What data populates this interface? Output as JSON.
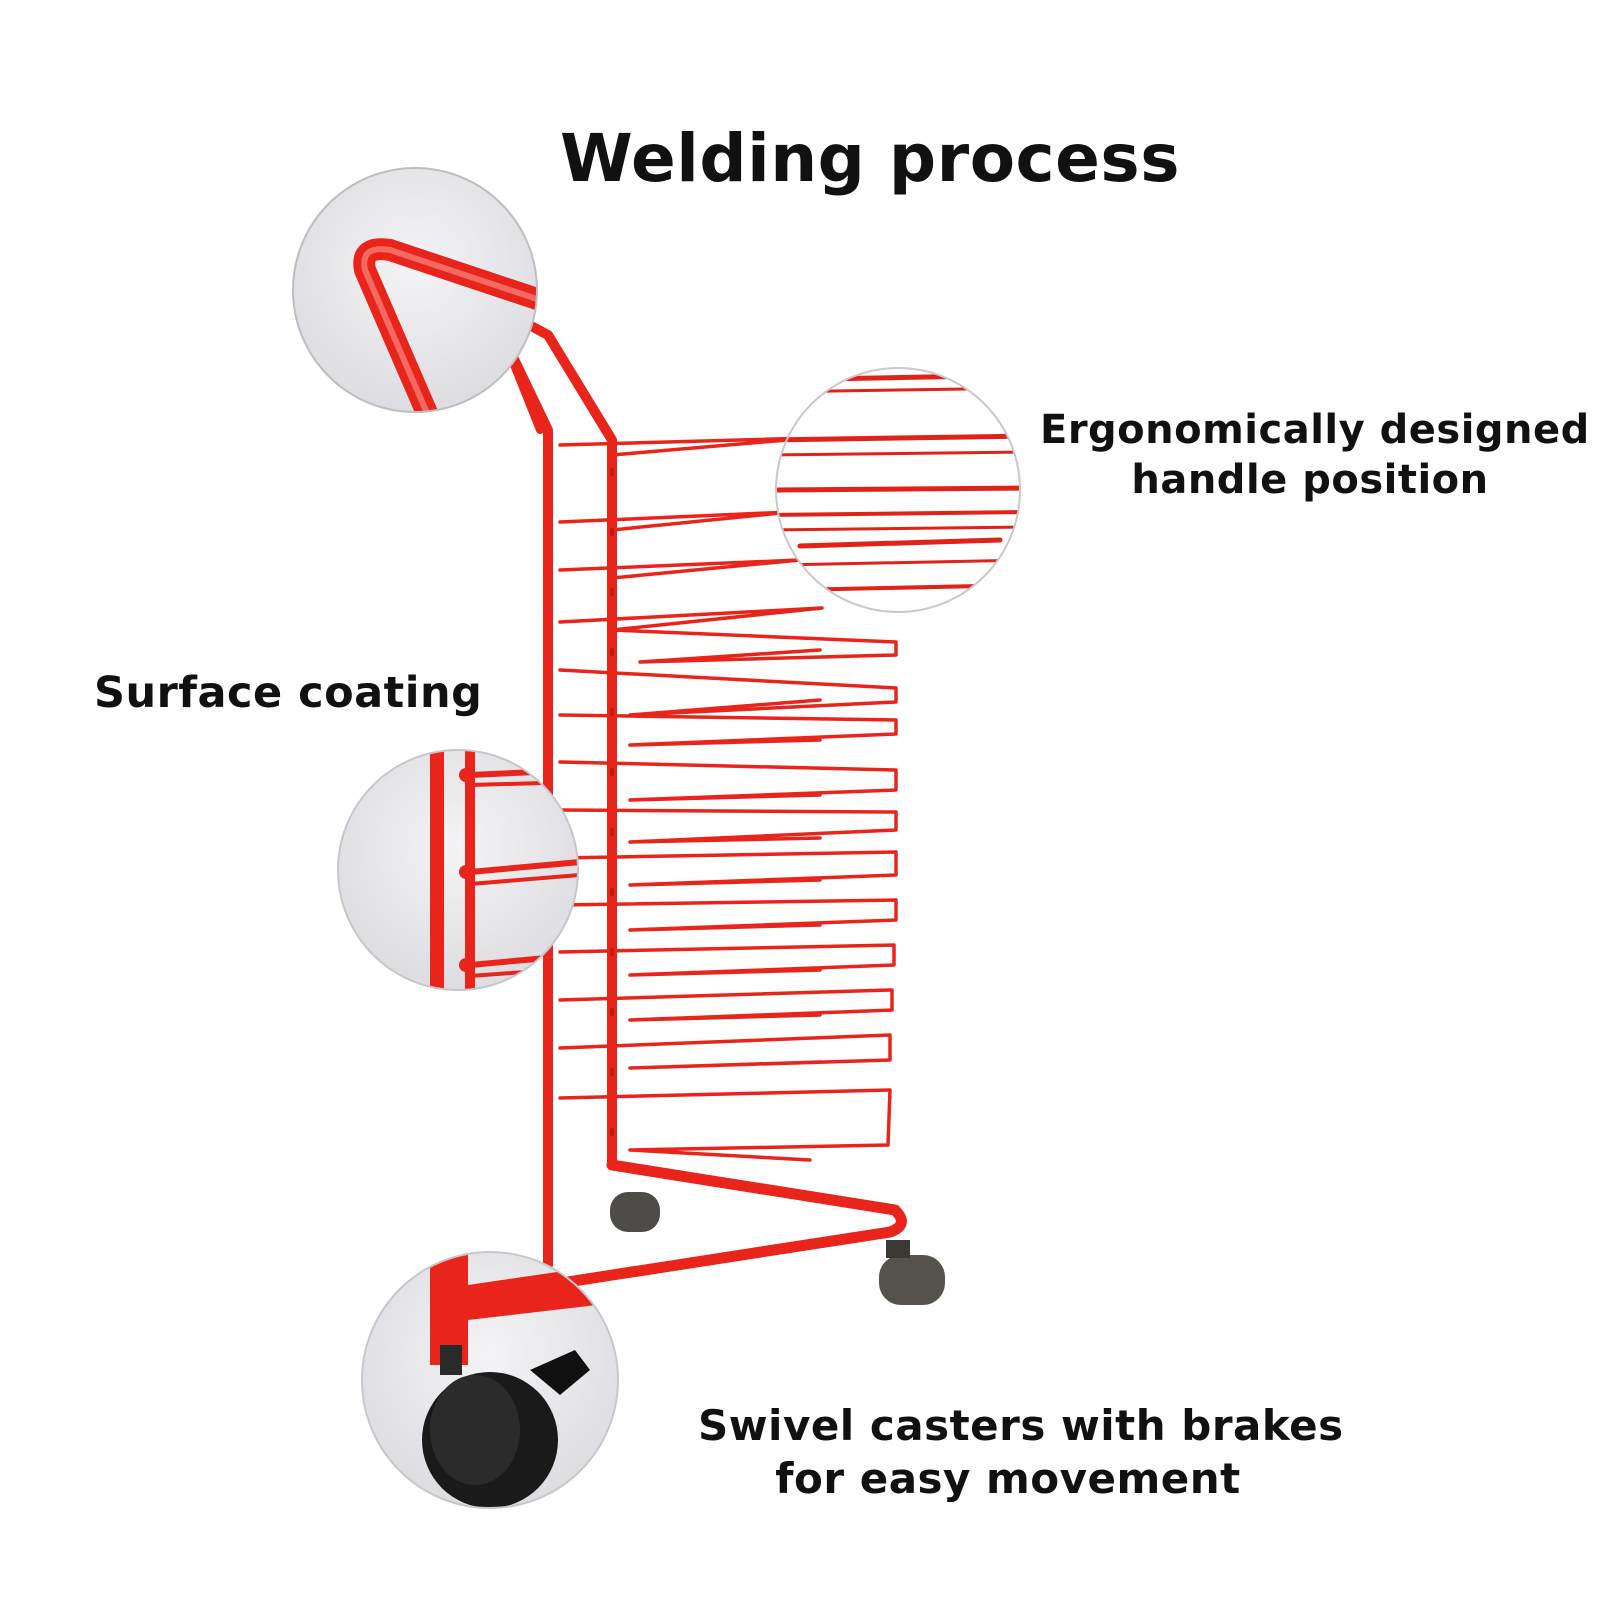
{
  "title": "Welding process",
  "callouts": {
    "handle": {
      "line1": "Ergonomically designed",
      "line2": "handle position"
    },
    "surface": {
      "text": "Surface coating"
    },
    "casters": {
      "line1": "Swivel casters with brakes",
      "line2": "for easy movement"
    }
  },
  "colors": {
    "frame_red": "#e8241b",
    "caster_black": "#1a1a1a",
    "caster_grey": "#55524d",
    "background": "#ffffff",
    "text": "#111111"
  },
  "icons": {
    "detail_handle": "zoom-circle-handle-bend",
    "detail_wires": "zoom-circle-shelf-wires",
    "detail_welds": "zoom-circle-weld-joints",
    "detail_caster": "zoom-circle-caster-brake"
  }
}
